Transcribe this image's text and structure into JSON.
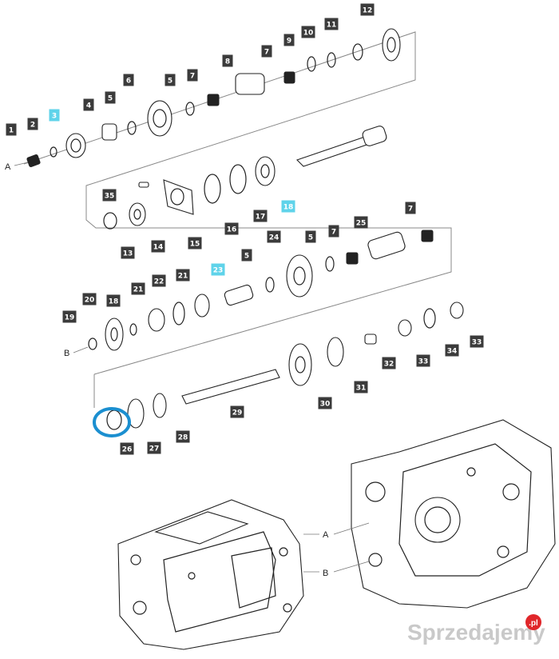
{
  "parts": [
    {
      "id": "p1",
      "label": "1"
    },
    {
      "id": "p2",
      "label": "2"
    },
    {
      "id": "p3",
      "label": "3",
      "highlight": true
    },
    {
      "id": "p4",
      "label": "4"
    },
    {
      "id": "p5a",
      "label": "5"
    },
    {
      "id": "p6",
      "label": "6"
    },
    {
      "id": "p5b",
      "label": "5"
    },
    {
      "id": "p7a",
      "label": "7"
    },
    {
      "id": "p8",
      "label": "8"
    },
    {
      "id": "p7b",
      "label": "7"
    },
    {
      "id": "p9",
      "label": "9"
    },
    {
      "id": "p10",
      "label": "10"
    },
    {
      "id": "p11",
      "label": "11"
    },
    {
      "id": "p12",
      "label": "12"
    },
    {
      "id": "p35",
      "label": "35"
    },
    {
      "id": "p13",
      "label": "13"
    },
    {
      "id": "p14",
      "label": "14"
    },
    {
      "id": "p15",
      "label": "15"
    },
    {
      "id": "p16",
      "label": "16"
    },
    {
      "id": "p17",
      "label": "17"
    },
    {
      "id": "p18",
      "label": "18",
      "highlight": true
    },
    {
      "id": "p7c",
      "label": "7"
    },
    {
      "id": "p25",
      "label": "25"
    },
    {
      "id": "p7d",
      "label": "7"
    },
    {
      "id": "p5c",
      "label": "5"
    },
    {
      "id": "p24",
      "label": "24"
    },
    {
      "id": "p23",
      "label": "23",
      "highlight": true
    },
    {
      "id": "p5d",
      "label": "5"
    },
    {
      "id": "p21a",
      "label": "21"
    },
    {
      "id": "p22",
      "label": "22"
    },
    {
      "id": "p21b",
      "label": "21"
    },
    {
      "id": "p18b",
      "label": "18"
    },
    {
      "id": "p20",
      "label": "20"
    },
    {
      "id": "p19",
      "label": "19"
    },
    {
      "id": "p30",
      "label": "30"
    },
    {
      "id": "p31",
      "label": "31"
    },
    {
      "id": "p32",
      "label": "32"
    },
    {
      "id": "p33a",
      "label": "33"
    },
    {
      "id": "p34",
      "label": "34"
    },
    {
      "id": "p33b",
      "label": "33"
    },
    {
      "id": "p29",
      "label": "29"
    },
    {
      "id": "p28",
      "label": "28"
    },
    {
      "id": "p27",
      "label": "27"
    },
    {
      "id": "p26",
      "label": "26"
    }
  ],
  "connectors": {
    "a": "A",
    "b": "B",
    "a2": "A",
    "b2": "B"
  },
  "watermark": {
    "text": "Sprzedajemy",
    "badge": ".pl"
  },
  "colors": {
    "label_bg": "#3b3b3b",
    "highlight_bg": "#5fd3ea",
    "marker": "#1b8fd0"
  }
}
